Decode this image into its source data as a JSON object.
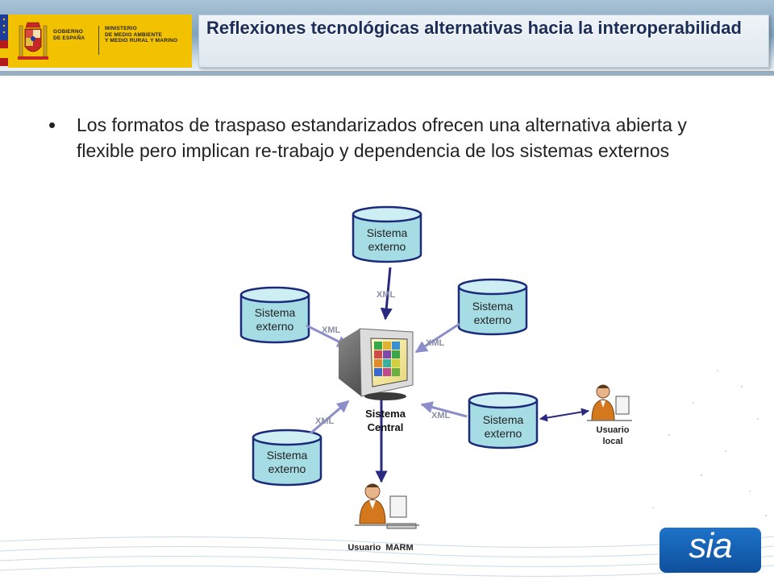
{
  "header": {
    "government": "GOBIERNO\nDE ESPAÑA",
    "ministry": "MINISTERIO\nDE MEDIO AMBIENTE\nY MEDIO RURAL Y MARINO",
    "title": "Reflexiones tecnológicas alternativas hacia la interoperabilidad"
  },
  "bullets": [
    "Los formatos de traspaso estandarizados ofrecen una alternativa abierta y flexible pero implican re-trabajo y dependencia de los sistemas externos"
  ],
  "diagram": {
    "nodes": [
      {
        "id": "top",
        "label": "Sistema externo"
      },
      {
        "id": "left-upper",
        "label": "Sistema externo"
      },
      {
        "id": "right-upper",
        "label": "Sistema externo"
      },
      {
        "id": "right-lower",
        "label": "Sistema externo"
      },
      {
        "id": "left-lower",
        "label": "Sistema externo"
      }
    ],
    "central": {
      "label_line1": "Sistema",
      "label_line2": "Central"
    },
    "edge_label": "XML",
    "users": {
      "local": {
        "line1": "Usuario",
        "line2": "local"
      },
      "marm": {
        "label": "Usuario  MARM"
      }
    }
  },
  "colors": {
    "cylinder_fill": "#a6dde5",
    "cylinder_stroke": "#1c2a7a",
    "arrow_xml": "#8b8ec9",
    "arrow_dark": "#2a2a80",
    "title": "#1c2d58",
    "gov_yellow": "#f2c200"
  },
  "logo": {
    "text": "sia"
  }
}
